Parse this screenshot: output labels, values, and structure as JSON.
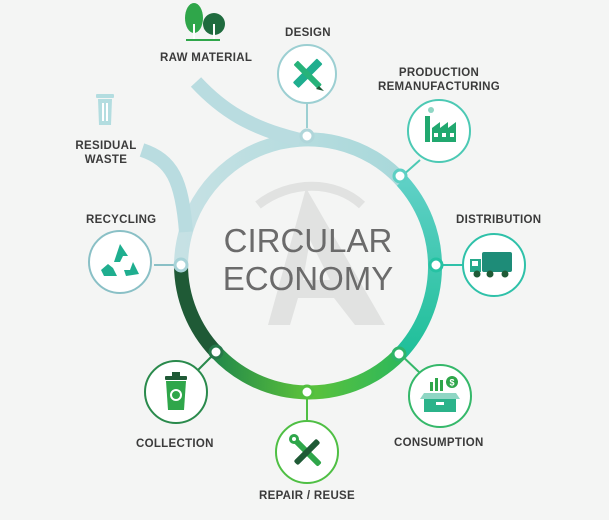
{
  "center": {
    "line1": "CIRCULAR",
    "line2": "ECONOMY"
  },
  "stages": {
    "raw_material": {
      "label": "RAW MATERIAL",
      "icon": "trees-icon"
    },
    "design": {
      "label": "DESIGN",
      "icon": "pencil-ruler-icon"
    },
    "production": {
      "line1": "PRODUCTION",
      "line2": "REMANUFACTURING",
      "icon": "factory-icon"
    },
    "distribution": {
      "label": "DISTRIBUTION",
      "icon": "truck-icon"
    },
    "consumption": {
      "label": "CONSUMPTION",
      "icon": "box-chart-icon"
    },
    "repair": {
      "label": "REPAIR / REUSE",
      "icon": "wrench-screwdriver-icon"
    },
    "collection": {
      "label": "COLLECTION",
      "icon": "recycle-bin-icon"
    },
    "recycling": {
      "label": "RECYCLING",
      "icon": "recycle-icon"
    },
    "residual": {
      "line1": "RESIDUAL",
      "line2": "WASTE",
      "icon": "trash-can-icon"
    }
  },
  "colors": {
    "ring_pale": "#b9dce0",
    "ring_teal": "#22c3a8",
    "ring_green": "#3fbf4a",
    "ring_dark": "#1f5a36",
    "icon_green": "#2fa64a",
    "icon_teal": "#1fae8f",
    "text": "#3b3b3b"
  }
}
